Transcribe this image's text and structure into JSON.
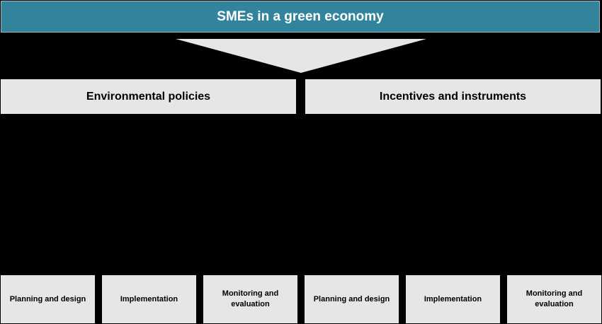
{
  "title": "SMEs in a green economy",
  "categories": [
    {
      "label": "Environmental policies",
      "stages": [
        "Planning and design",
        "Implementation",
        "Monitoring and evaluation"
      ]
    },
    {
      "label": "Incentives and instruments",
      "stages": [
        "Planning and design",
        "Implementation",
        "Monitoring and evaluation"
      ]
    }
  ],
  "colors": {
    "banner": "#31849b",
    "box": "#e6e6e6",
    "arrow": "#e6e6e6",
    "background": "#000000"
  }
}
